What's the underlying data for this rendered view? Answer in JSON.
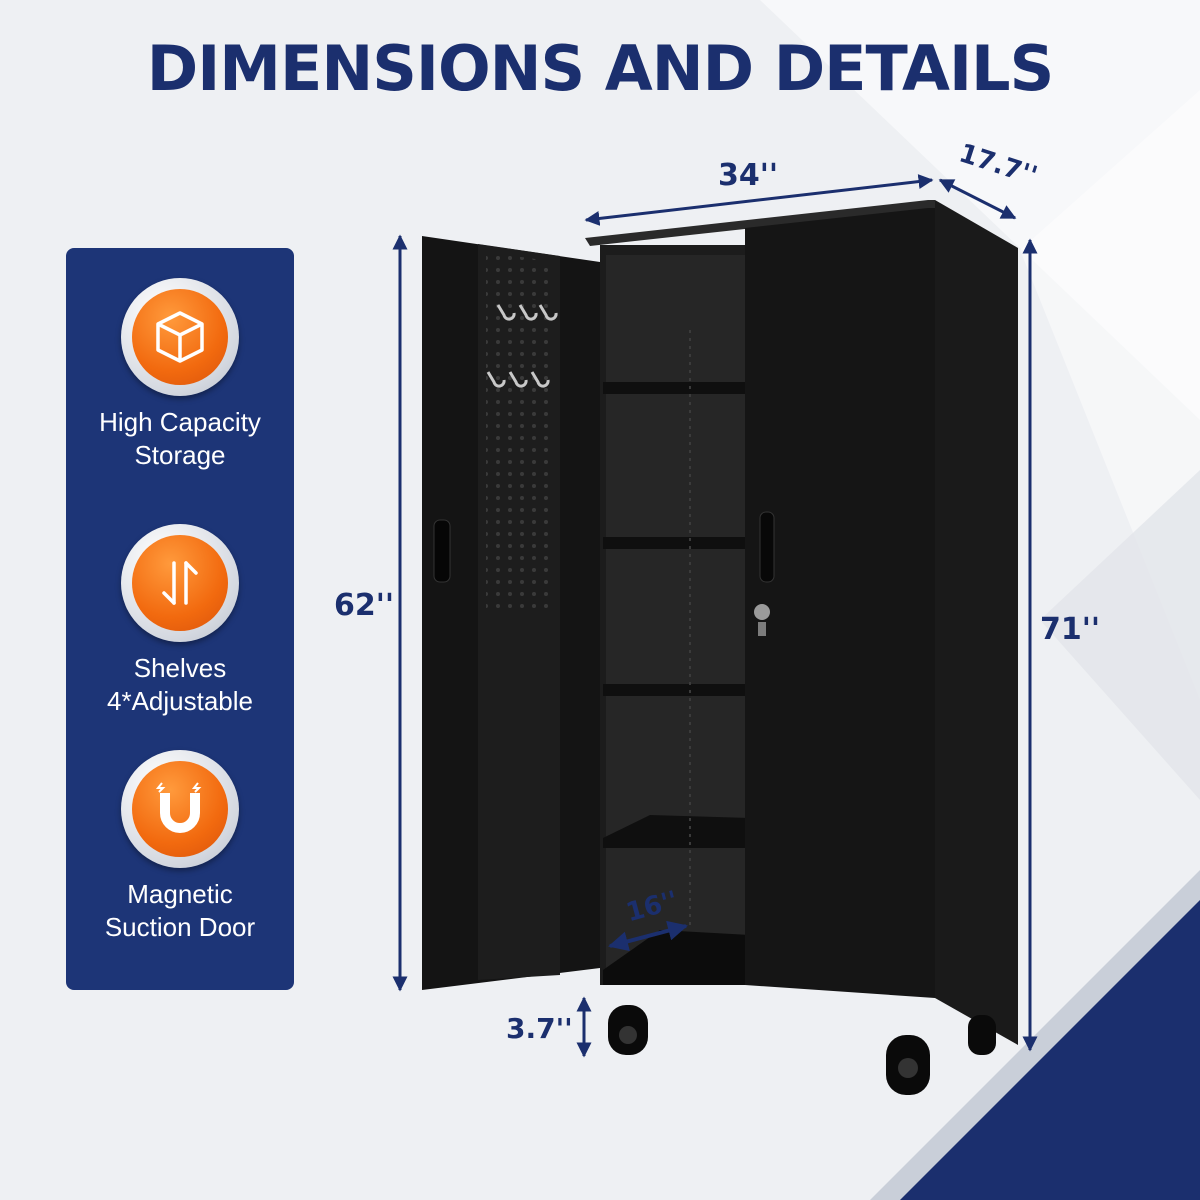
{
  "title": "DIMENSIONS AND DETAILS",
  "features": [
    {
      "icon": "cube-icon",
      "line1": "High Capacity",
      "line2": "Storage"
    },
    {
      "icon": "adjust-arrows-icon",
      "line1": "Shelves",
      "line2": "4*Adjustable"
    },
    {
      "icon": "magnet-icon",
      "line1": "Magnetic",
      "line2": "Suction Door"
    }
  ],
  "dimensions": {
    "width": "34''",
    "depth": "17.7''",
    "door_height": "62''",
    "total_height": "71''",
    "wheel_height": "3.7''",
    "shelf_depth": "16''"
  },
  "colors": {
    "navy": "#1b2f6e",
    "orange": "#f26a0f",
    "cabinet": "#121212"
  }
}
